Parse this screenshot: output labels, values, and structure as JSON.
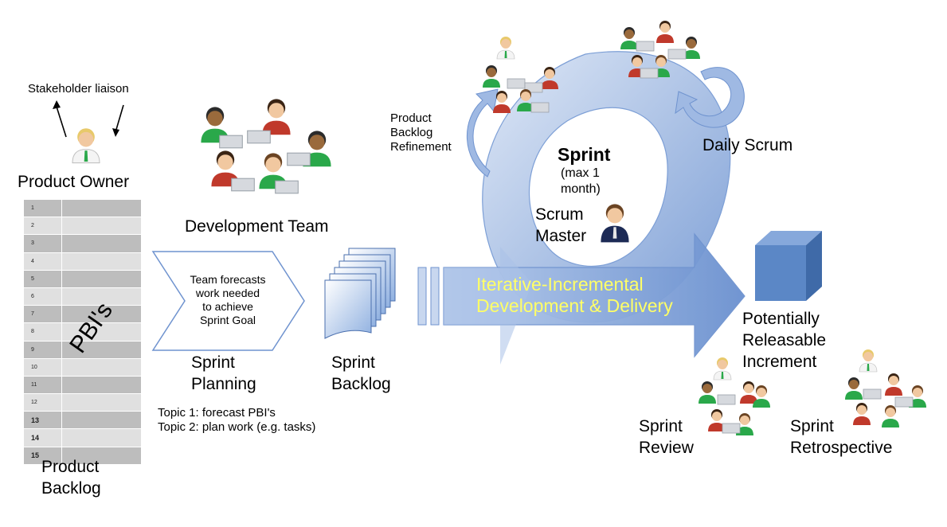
{
  "product_owner": {
    "role_label": "Product Owner",
    "liaison_label": "Stakeholder liaison"
  },
  "development_team": {
    "label": "Development Team"
  },
  "product_backlog": {
    "label_line1": "Product",
    "label_line2": "Backlog",
    "items_label": "PBI's",
    "rows": [
      "1",
      "2",
      "3",
      "4",
      "5",
      "6",
      "7",
      "8",
      "9",
      "10",
      "11",
      "12",
      "13",
      "14",
      "15"
    ]
  },
  "sprint_planning": {
    "box_text_line1": "Team forecasts",
    "box_text_line2": "work needed",
    "box_text_line3": "to achieve",
    "box_text_line4": "Sprint Goal",
    "label_line1": "Sprint",
    "label_line2": "Planning",
    "topic1": "Topic 1: forecast PBI's",
    "topic2": "Topic 2: plan work (e.g. tasks)"
  },
  "sprint_backlog": {
    "label_line1": "Sprint",
    "label_line2": "Backlog"
  },
  "refinement": {
    "line1": "Product",
    "line2": "Backlog",
    "line3": "Refinement"
  },
  "sprint": {
    "title": "Sprint",
    "duration_line1": "(max 1",
    "duration_line2": "month)"
  },
  "scrum_master": {
    "line1": "Scrum",
    "line2": "Master"
  },
  "daily_scrum": {
    "label": "Daily Scrum"
  },
  "delivery_arrow": {
    "line1": "Iterative-Incremental",
    "line2": "Development & Delivery"
  },
  "increment": {
    "line1": "Potentially",
    "line2": "Releasable",
    "line3": "Increment"
  },
  "sprint_review": {
    "line1": "Sprint",
    "line2": "Review"
  },
  "sprint_retrospective": {
    "line1": "Sprint",
    "line2": "Retrospective"
  },
  "colors": {
    "flow_blue_light": "#c8d7ef",
    "flow_blue_dark": "#6f93cf",
    "arrow_text": "#ffff66",
    "cube": "#5b87c6",
    "person_green": "#2aa84a",
    "person_red": "#c0392b"
  }
}
